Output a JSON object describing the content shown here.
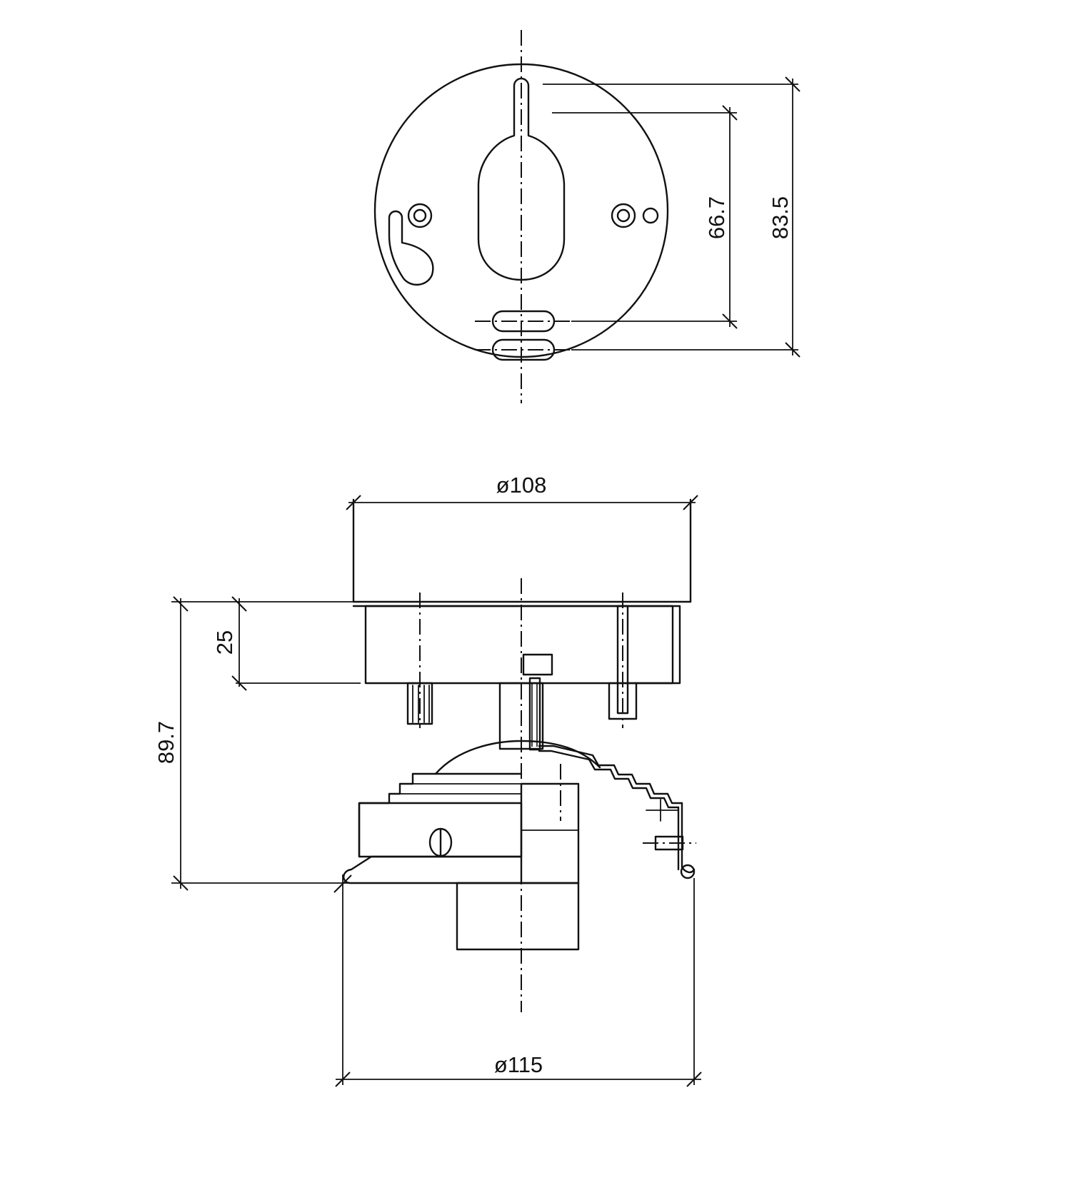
{
  "dimensions": {
    "top_view_inner": "66.7",
    "top_view_outer": "83.5",
    "canopy_diameter": "ø108",
    "flange_height": "25",
    "overall_height": "89.7",
    "base_diameter": "ø115"
  }
}
